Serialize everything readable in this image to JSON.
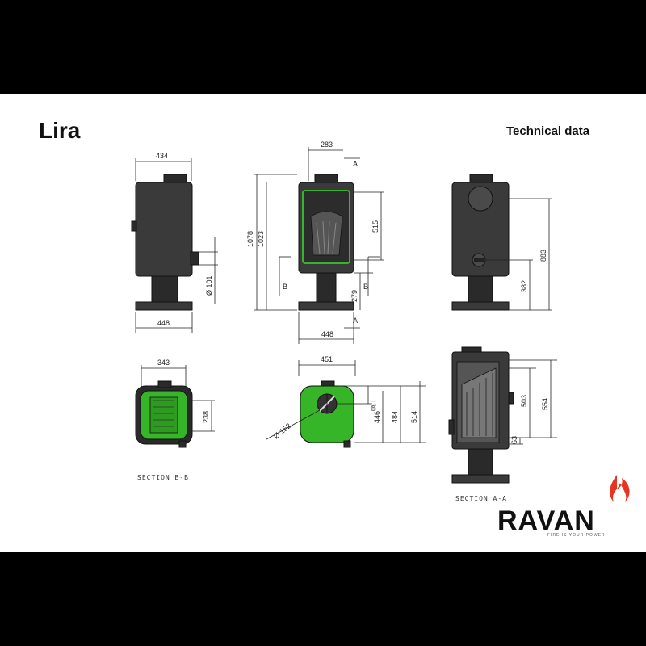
{
  "header": {
    "title": "Lira",
    "subtitle": "Technical data"
  },
  "dimensions": {
    "side_width": "434",
    "side_base": "448",
    "side_pipe_dia": "Ø 101",
    "front_flue_offset": "283",
    "front_height_total": "1078",
    "front_height_body": "1023",
    "front_door": "515",
    "front_bottom": "279",
    "front_base": "448",
    "back_flue_height": "883",
    "back_inlet_height": "382",
    "topb_width": "343",
    "topb_depth": "238",
    "top_width": "451",
    "top_flue_dia": "Ø 152",
    "top_d1": "130",
    "top_d2": "446",
    "top_d3": "484",
    "top_d4": "514",
    "seca_h1": "503",
    "seca_h2": "554",
    "seca_h3": "63"
  },
  "markers": {
    "a": "A",
    "b": "B"
  },
  "sections": {
    "bb": "SECTION B-B",
    "aa": "SECTION A-A"
  },
  "brand": {
    "name": "RAVAN",
    "tagline": "FIRE IS YOUR POWER",
    "flame_color": "#e53421"
  },
  "colors": {
    "glass": "#35b527"
  }
}
